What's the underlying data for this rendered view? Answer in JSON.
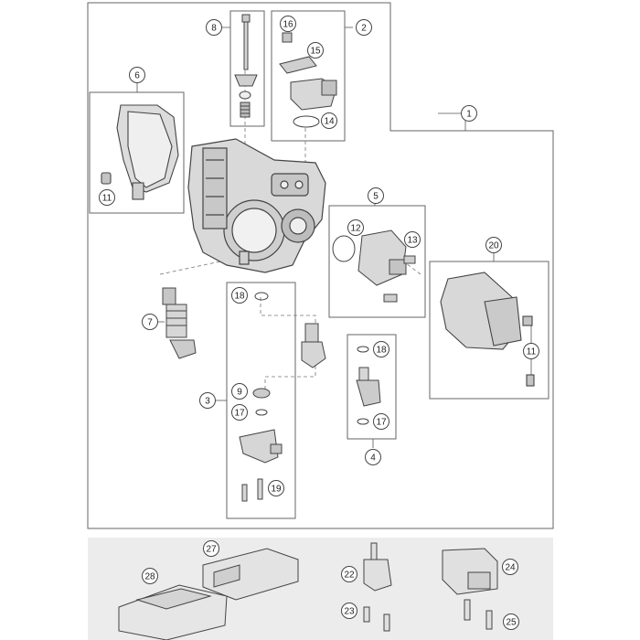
{
  "labels": {
    "l1": "1",
    "l2": "2",
    "l3": "3",
    "l4": "4",
    "l5": "5",
    "l6": "6",
    "l7": "7",
    "l8": "8",
    "l9": "9",
    "l11a": "11",
    "l11b": "11",
    "l12": "12",
    "l13": "13",
    "l14": "14",
    "l15": "15",
    "l16": "16",
    "l17a": "17",
    "l17b": "17",
    "l18a": "18",
    "l18b": "18",
    "l19": "19",
    "l20": "20",
    "l22": "22",
    "l23": "23",
    "l24": "24",
    "l25": "25",
    "l27": "27",
    "l28": "28"
  }
}
